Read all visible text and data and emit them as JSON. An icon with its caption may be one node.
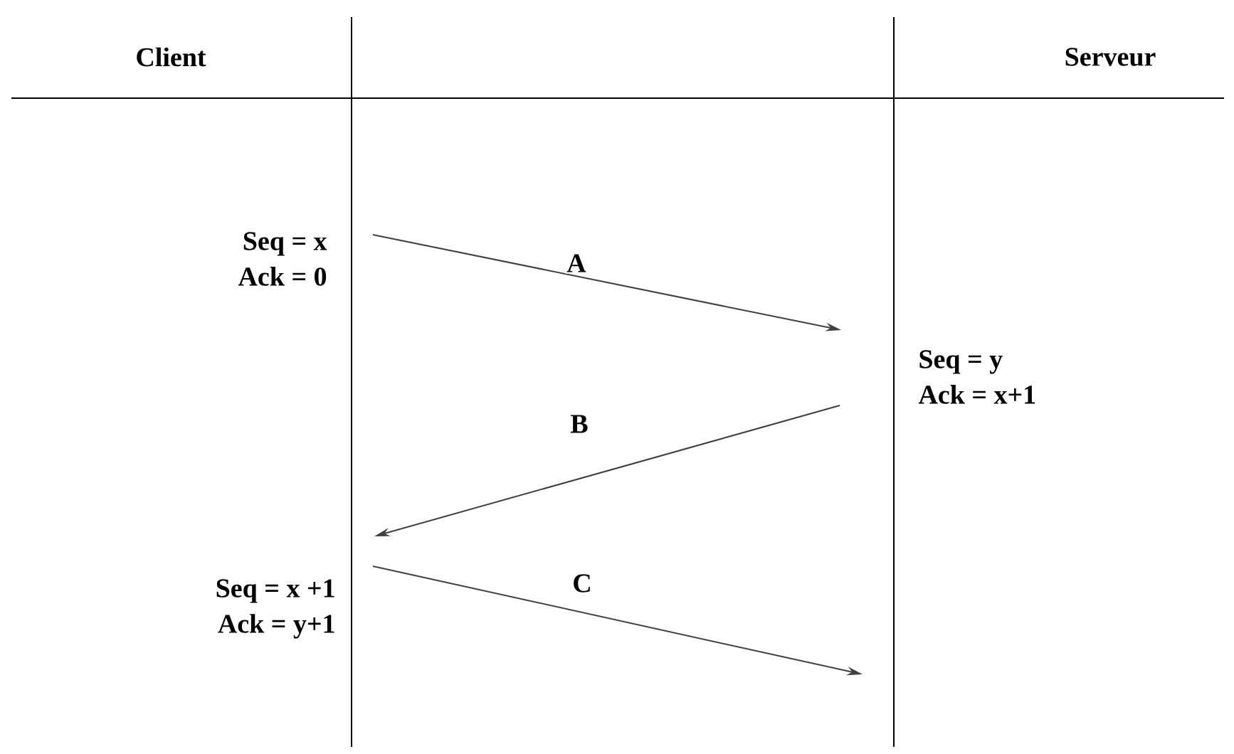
{
  "diagram": {
    "nodes": [
      {
        "text": [
          "Seq = x",
          "Ack = 0"
        ]
      },
      {
        "text": [
          "Seq = y",
          "Ack = x+1"
        ]
      },
      {
        "text": [
          "Seq = x +1",
          "Ack = y+1"
        ]
      }
    ],
    "edges": [
      {
        "from": 0,
        "to": 1,
        "arrow": "to",
        "label": "A"
      },
      {
        "from": 1,
        "to": 2,
        "arrow": "to",
        "label": "B"
      },
      {
        "from": 2,
        "to": null,
        "arrow": "to",
        "label": "C"
      }
    ],
    "labels": [
      "Client",
      "Serveur"
    ]
  }
}
